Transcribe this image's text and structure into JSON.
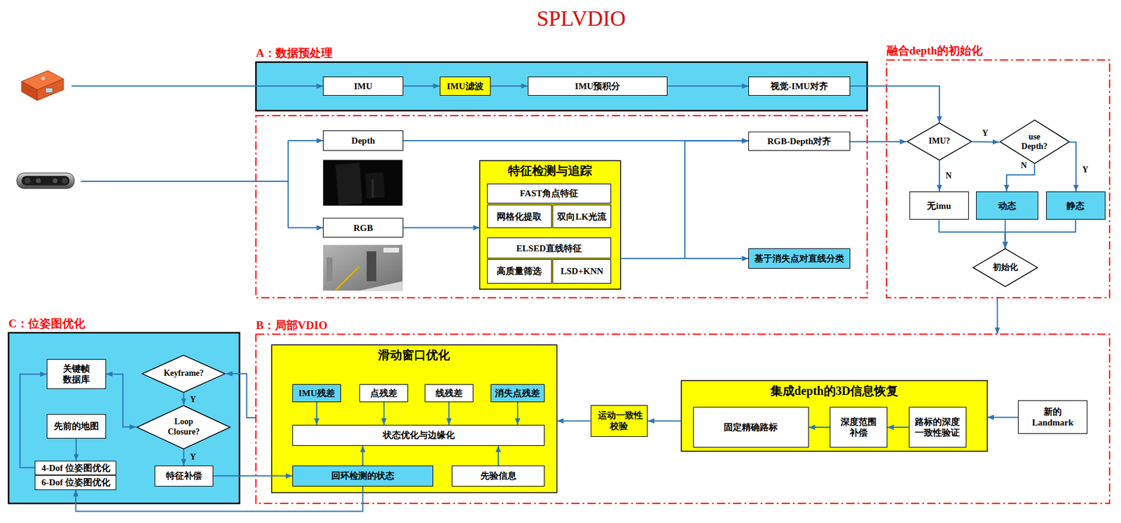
{
  "diagram": {
    "title": "SPLVDIO",
    "nodes": [
      {
        "text": [
          "A：数据预处理"
        ]
      },
      {
        "text": [
          "IMU"
        ],
        "in": 0
      },
      {
        "text": [
          "IMU滤波"
        ],
        "in": 0
      },
      {
        "text": [
          "IMU预积分"
        ],
        "in": 0
      },
      {
        "text": [
          "视觉-IMU对齐"
        ],
        "in": 0
      },
      {
        "text": [
          "Depth"
        ]
      },
      {
        "text": [
          "RGB"
        ]
      },
      {
        "text": [
          "特征检测与追踪"
        ]
      },
      {
        "text": [
          "FAST角点特征"
        ],
        "in": 7
      },
      {
        "text": [
          "网格化提取"
        ],
        "in": 7
      },
      {
        "text": [
          "双向LK光流"
        ],
        "in": 7
      },
      {
        "text": [
          "ELSED直线特征"
        ],
        "in": 7
      },
      {
        "text": [
          "高质量筛选"
        ],
        "in": 7
      },
      {
        "text": [
          "LSD+KNN"
        ],
        "in": 7
      },
      {
        "text": [
          "RGB-Depth对齐"
        ]
      },
      {
        "text": [
          "基于消失点对直线分类"
        ]
      },
      {
        "text": [
          "融合depth的初始化"
        ]
      },
      {
        "text": [
          "IMU?"
        ],
        "in": 16
      },
      {
        "text": [
          "use Depth?"
        ],
        "in": 16
      },
      {
        "text": [
          "无imu"
        ],
        "in": 16
      },
      {
        "text": [
          "动态"
        ],
        "in": 16
      },
      {
        "text": [
          "静态"
        ],
        "in": 16
      },
      {
        "text": [
          "初始化"
        ],
        "in": 16
      },
      {
        "text": [
          "C：位姿图优化"
        ]
      },
      {
        "text": [
          "关键帧 数据库"
        ],
        "in": 23
      },
      {
        "text": [
          "Keyframe?"
        ],
        "in": 23
      },
      {
        "text": [
          "先前的地图"
        ],
        "in": 23
      },
      {
        "text": [
          "Loop Closure?"
        ],
        "in": 23
      },
      {
        "text": [
          "4-Dof 位姿图优化"
        ],
        "in": 23
      },
      {
        "text": [
          "6-Dof 位姿图优化"
        ],
        "in": 23
      },
      {
        "text": [
          "特征补偿"
        ],
        "in": 23
      },
      {
        "text": [
          "B：局部VDIO"
        ]
      },
      {
        "text": [
          "滑动窗口优化"
        ],
        "in": 31
      },
      {
        "text": [
          "IMU残差"
        ],
        "in": 32
      },
      {
        "text": [
          "点残差"
        ],
        "in": 32
      },
      {
        "text": [
          "线残差"
        ],
        "in": 32
      },
      {
        "text": [
          "消失点残差"
        ],
        "in": 32
      },
      {
        "text": [
          "状态优化与边缘化"
        ],
        "in": 32
      },
      {
        "text": [
          "回环检测的状态"
        ],
        "in": 32
      },
      {
        "text": [
          "先验信息"
        ],
        "in": 32
      },
      {
        "text": [
          "运动一致性 校验"
        ],
        "in": 31
      },
      {
        "text": [
          "集成depth的3D信息恢复"
        ],
        "in": 31
      },
      {
        "text": [
          "固定精确路标"
        ],
        "in": 41
      },
      {
        "text": [
          "深度范围 补偿"
        ],
        "in": 41
      },
      {
        "text": [
          "路标的深度 一致性验证"
        ],
        "in": 41
      },
      {
        "text": [
          "新的 Landmark"
        ],
        "in": 31
      }
    ],
    "edges": [
      {
        "from": 1,
        "to": 2,
        "arrow": "to"
      },
      {
        "from": 2,
        "to": 3,
        "arrow": "to"
      },
      {
        "from": 3,
        "to": 4,
        "arrow": "to"
      },
      {
        "from": 4,
        "to": 17,
        "arrow": "to"
      },
      {
        "from": 6,
        "to": 7,
        "arrow": "to"
      },
      {
        "from": 5,
        "to": 14,
        "arrow": "to"
      },
      {
        "from": 7,
        "to": 14,
        "arrow": "to"
      },
      {
        "from": 7,
        "to": 15,
        "arrow": "to"
      },
      {
        "from": 14,
        "to": 17,
        "arrow": "to"
      },
      {
        "from": 17,
        "to": 18,
        "label": "Y",
        "arrow": "to"
      },
      {
        "from": 17,
        "to": 19,
        "label": "N",
        "arrow": "to"
      },
      {
        "from": 18,
        "to": 20,
        "label": "N",
        "arrow": "to"
      },
      {
        "from": 18,
        "to": 21,
        "label": "Y",
        "arrow": "to"
      },
      {
        "from": 19,
        "to": 22,
        "arrow": "to"
      },
      {
        "from": 20,
        "to": 22,
        "arrow": "to"
      },
      {
        "from": 21,
        "to": 22,
        "arrow": "to"
      },
      {
        "from": 16,
        "to": 31,
        "arrow": "to"
      },
      {
        "from": 45,
        "to": 41,
        "arrow": "to"
      },
      {
        "from": 44,
        "to": 43,
        "arrow": "to"
      },
      {
        "from": 43,
        "to": 42,
        "arrow": "to"
      },
      {
        "from": 41,
        "to": 40,
        "arrow": "to"
      },
      {
        "from": 40,
        "to": 32,
        "arrow": "to"
      },
      {
        "from": 33,
        "to": 37,
        "arrow": "to"
      },
      {
        "from": 34,
        "to": 37,
        "arrow": "to"
      },
      {
        "from": 35,
        "to": 37,
        "arrow": "to"
      },
      {
        "from": 36,
        "to": 37,
        "arrow": "to"
      },
      {
        "from": 38,
        "to": 37,
        "arrow": "to"
      },
      {
        "from": 39,
        "to": 37,
        "arrow": "to"
      },
      {
        "from": 31,
        "to": 25,
        "arrow": "to"
      },
      {
        "from": 25,
        "to": 27,
        "label": "Y",
        "arrow": "to"
      },
      {
        "from": 27,
        "to": 30,
        "label": "Y",
        "arrow": "to"
      },
      {
        "from": 24,
        "to": 27,
        "arrow": "both"
      },
      {
        "from": 26,
        "to": 28,
        "arrow": "to"
      },
      {
        "from": 28,
        "to": 24,
        "arrow": "to"
      },
      {
        "from": 30,
        "to": 38,
        "arrow": "to"
      },
      {
        "from": 38,
        "to": 29,
        "arrow": "to"
      }
    ]
  }
}
